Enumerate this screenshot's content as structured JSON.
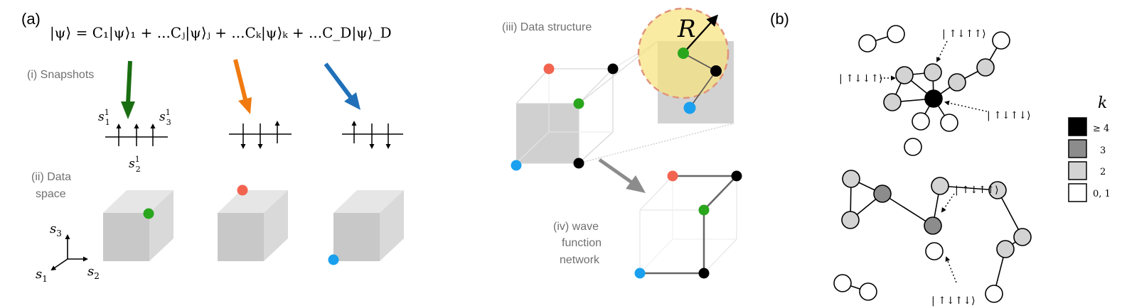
{
  "panel_a": {
    "tag": "(a)",
    "equation": "|ψ⟩ = C₁|ψ⟩₁ + ...Cⱼ|ψ⟩ⱼ + ...Cₖ|ψ⟩ₖ + ...C_D|ψ⟩_D",
    "step_i": "(i) Snapshots",
    "step_ii_line1": "(ii) Data",
    "step_ii_line2": "space",
    "step_iii": "(iii) Data structure",
    "step_iv_line1": "(iv) wave",
    "step_iv_line2": "function",
    "step_iv_line3": "network",
    "spin_labels": {
      "s1": "s",
      "s2": "s",
      "s3": "s",
      "sup": "1",
      "sub1": "1",
      "sub2": "2",
      "sub3": "3"
    },
    "axis_labels": {
      "s3": "s",
      "s3_sub": "3",
      "s1": "s",
      "s1_sub": "1",
      "s2": "s",
      "s2_sub": "2"
    },
    "radius_label": "R"
  },
  "panel_b": {
    "tag": "(b)",
    "state_labels": [
      "| ↑↓↑↑⟩",
      "| ↑↓↓↑⟩",
      "| ↑↓↑↓⟩",
      "| ↑↓↑↑⟩",
      "| ↑↓↑↓⟩"
    ],
    "legend_title": "k",
    "legend": [
      {
        "label": "≥ 4",
        "color": "#000000"
      },
      {
        "label": "3",
        "color": "#8c8c8c"
      },
      {
        "label": "2",
        "color": "#d3d3d3"
      },
      {
        "label": "0, 1",
        "color": "#ffffff"
      }
    ]
  },
  "colors": {
    "arrow_green": "#1a6e12",
    "arrow_orange": "#f07a10",
    "arrow_blue": "#1f70b8",
    "dot_green": "#2aa61d",
    "dot_red": "#f26450",
    "dot_blue": "#1aa0ee",
    "cube_grey": "#c8c8c8",
    "yellow_circle": "#f8e27a"
  }
}
